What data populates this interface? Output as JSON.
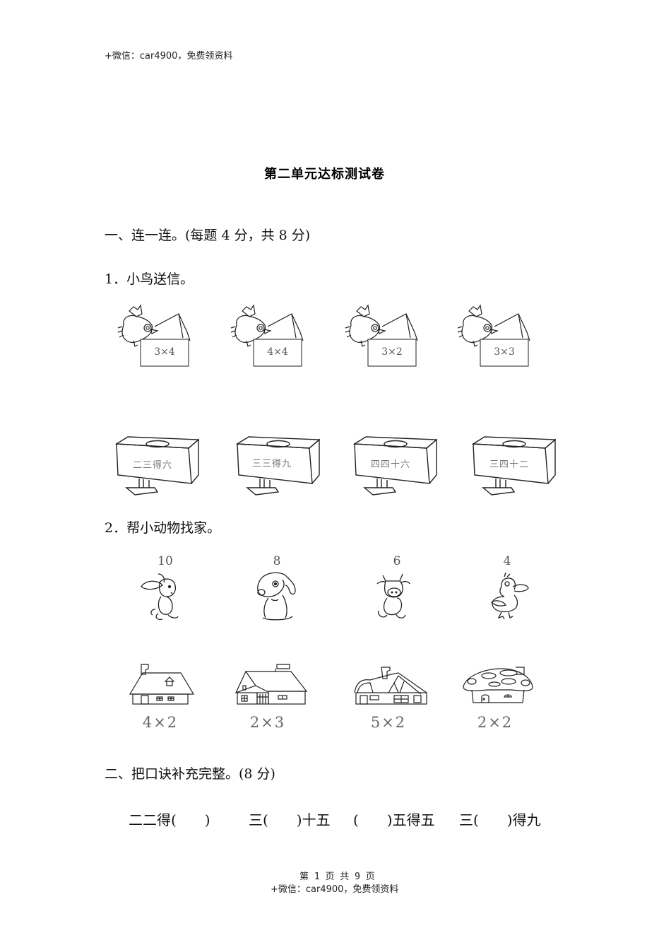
{
  "watermark_top": "+微信：car4900，免费领资料",
  "title": "第二单元达标测试卷",
  "section1": {
    "heading": "一、连一连。(每题 4 分，共 8 分)",
    "q1": {
      "label": "1．小鸟送信。",
      "birds": [
        {
          "card": "3×4"
        },
        {
          "card": "4×4"
        },
        {
          "card": "3×2"
        },
        {
          "card": "3×3"
        }
      ],
      "mailboxes": [
        {
          "text": "二三得六"
        },
        {
          "text": "三三得九"
        },
        {
          "text": "四四十六"
        },
        {
          "text": "三四十二"
        }
      ]
    },
    "q2": {
      "label": "2．帮小动物找家。",
      "animals": [
        {
          "name": "rabbit",
          "number": "10"
        },
        {
          "name": "dog",
          "number": "8"
        },
        {
          "name": "calf",
          "number": "6"
        },
        {
          "name": "duck",
          "number": "4"
        }
      ],
      "houses": [
        {
          "name": "cottage",
          "expr": "4×2"
        },
        {
          "name": "gabled-house",
          "expr": "2×3"
        },
        {
          "name": "chalet",
          "expr": "5×2"
        },
        {
          "name": "mushroom-house",
          "expr": "2×2"
        }
      ]
    }
  },
  "section2": {
    "heading": "二、把口诀补充完整。(8 分)",
    "items": [
      "二二得(　　)",
      "三(　　)十五",
      "(　　)五得五",
      "三(　　)得九"
    ]
  },
  "footer": {
    "page_info": "第 1 页 共 9 页",
    "watermark_bottom": "+微信：car4900，免费领资料"
  }
}
